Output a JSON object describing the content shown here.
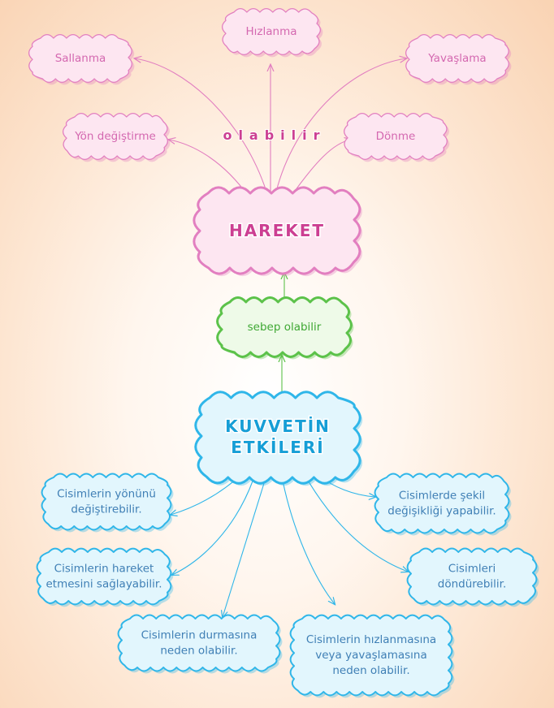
{
  "top_motions": [
    "Sallanma",
    "Hızlanma",
    "Yavaşlama",
    "Yön değiştirme",
    "Dönme"
  ],
  "connector_top": "olabilir",
  "hareket": "HAREKET",
  "connector_mid": "sebep olabilir",
  "kuvvet": [
    "KUVVETİN",
    "ETKİLERİ"
  ],
  "effects": [
    [
      "Cisimlerin yönünü",
      "değiştirebilir."
    ],
    [
      "Cisimlerde şekil",
      "değişikliği yapabilir."
    ],
    [
      "Cisimlerin hareket",
      "etmesini sağlayabilir."
    ],
    [
      "Cisimleri",
      "döndürebilir."
    ],
    [
      "Cisimlerin durmasına",
      "neden olabilir."
    ],
    [
      "Cisimlerin hızlanmasına",
      "veya yavaşlamasına",
      "neden olabilir."
    ]
  ],
  "colors": {
    "pink_stroke": "#e27fc0",
    "pink_fill": "#fde6f1",
    "pink_text": "#d468b0",
    "pink_bold": "#cc3f92",
    "green_stroke": "#5cc24a",
    "green_fill": "#eefae8",
    "green_text": "#3fa834",
    "blue_stroke": "#2fb6e9",
    "blue_fill": "#e2f6fd",
    "blue_text": "#3f7fb5"
  }
}
